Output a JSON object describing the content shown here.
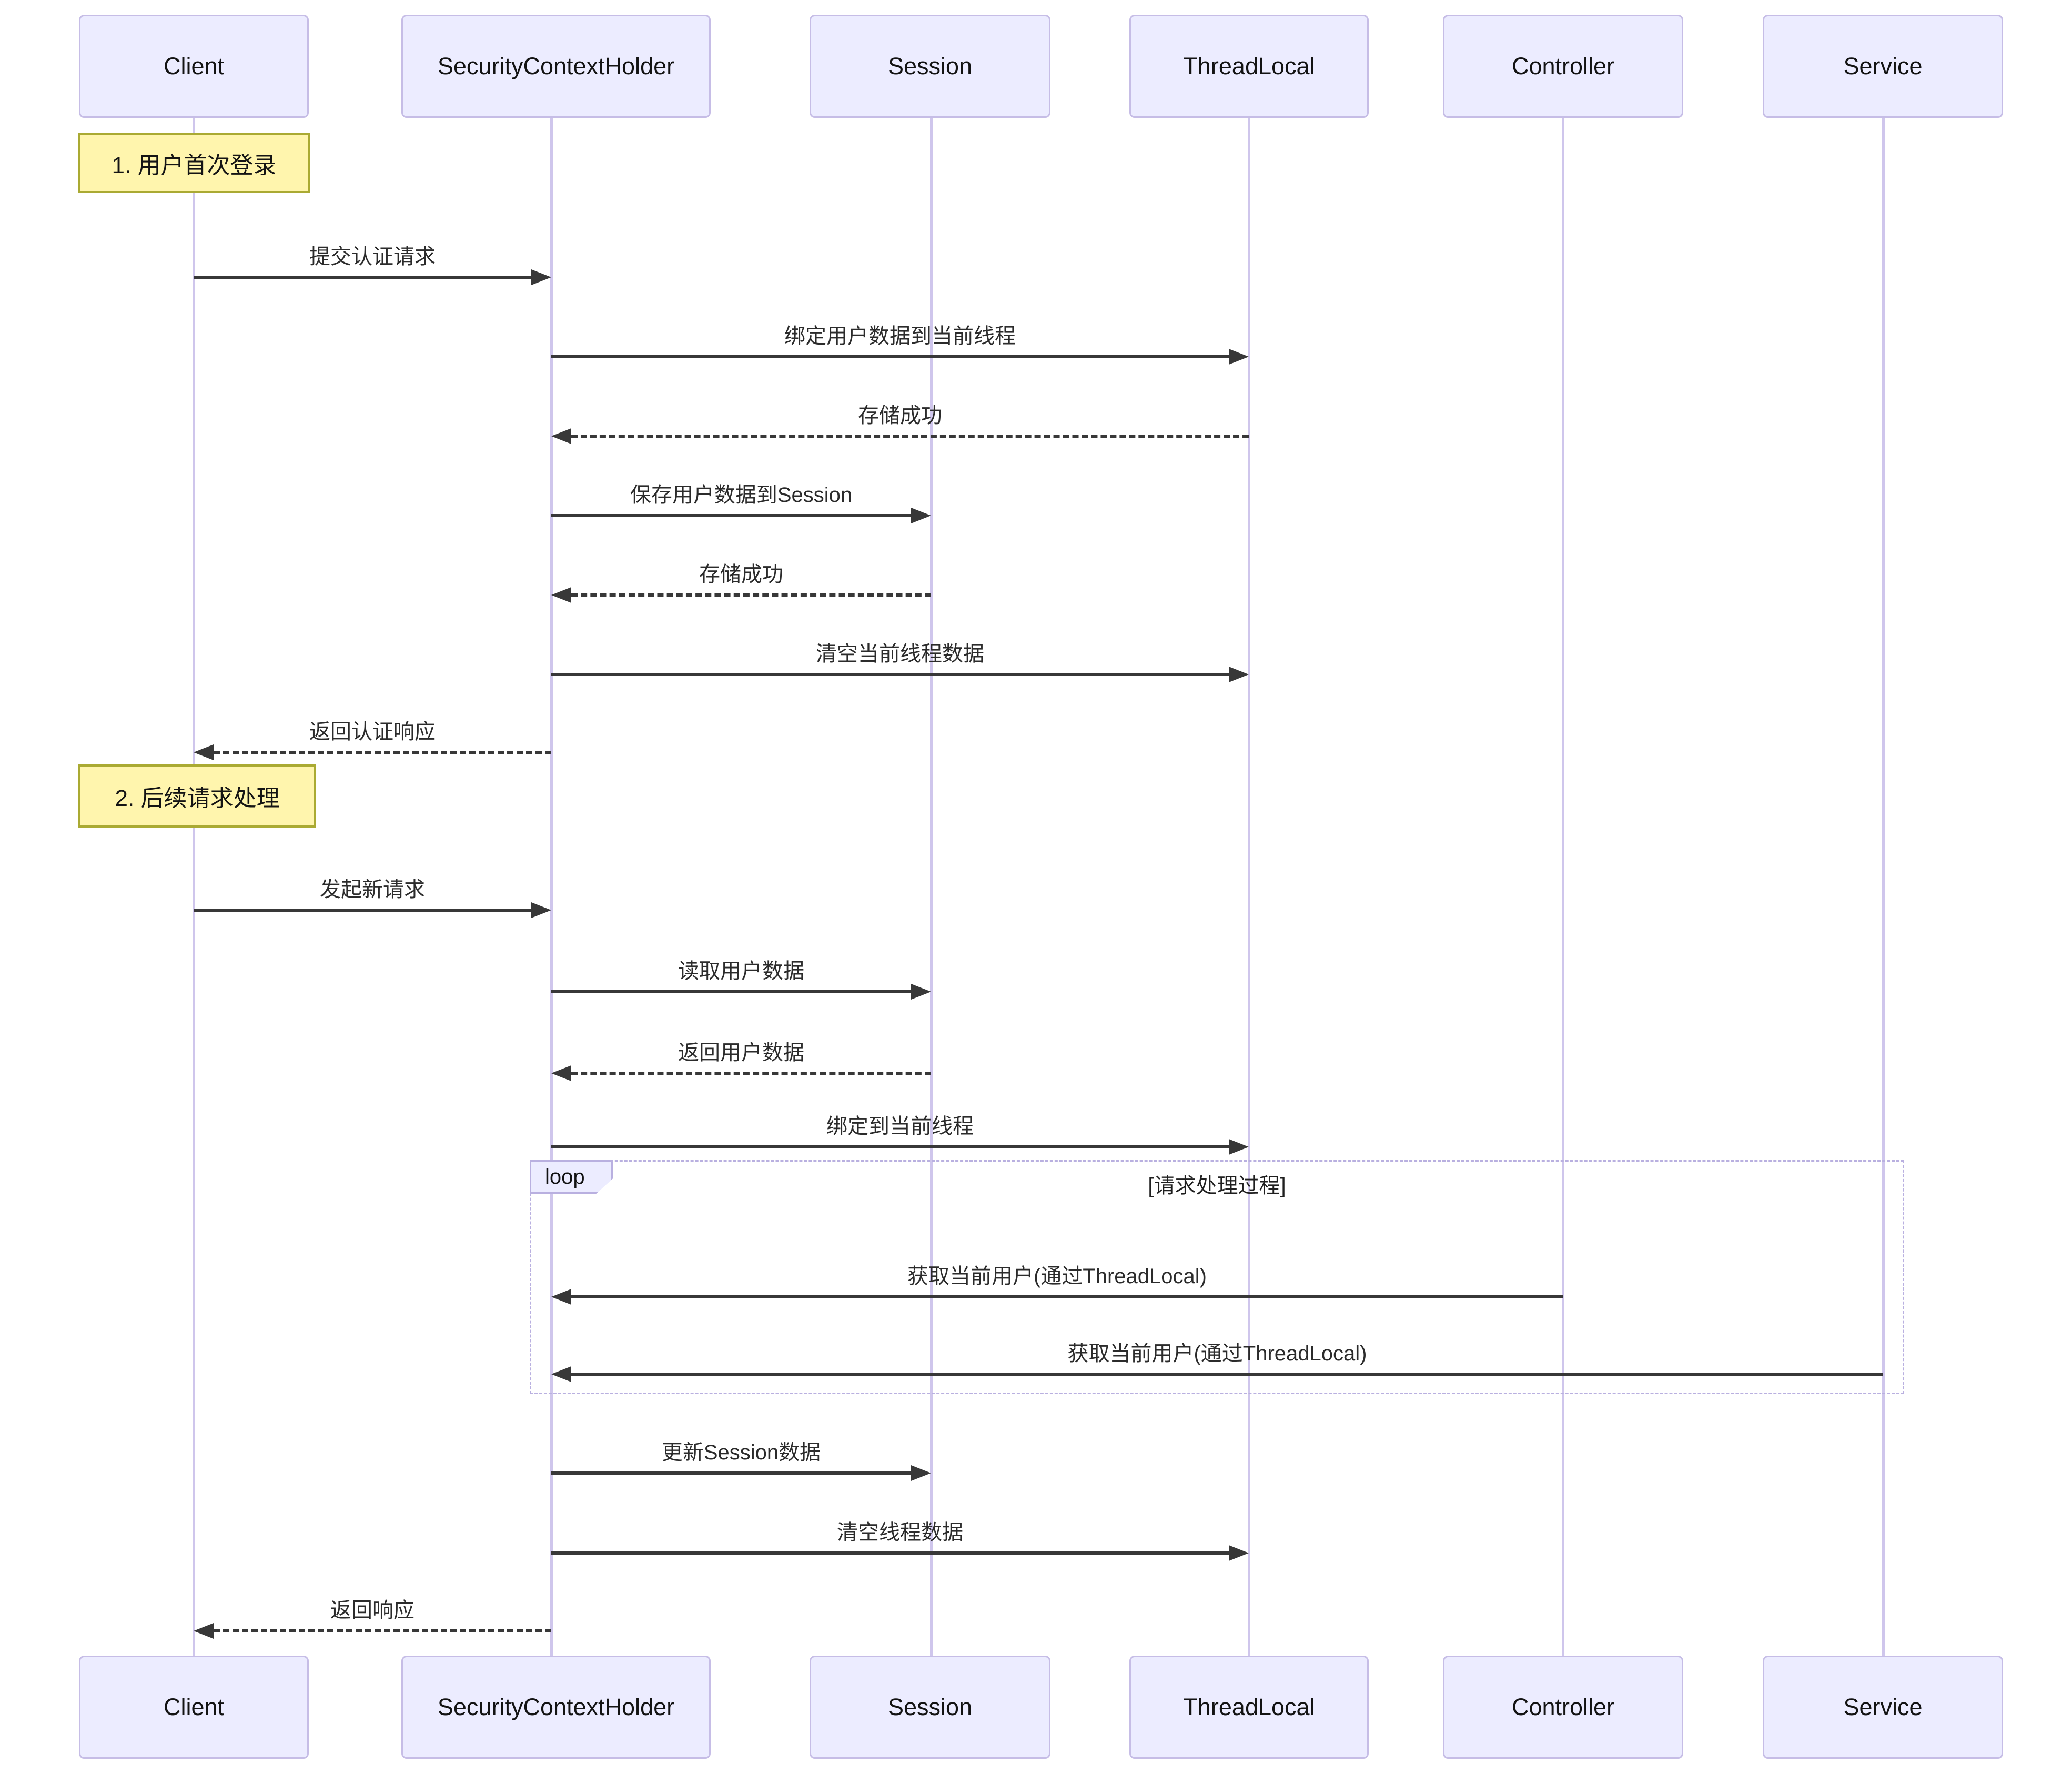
{
  "diagram": {
    "type": "sequence-diagram",
    "actors": [
      {
        "id": "Client",
        "label": "Client"
      },
      {
        "id": "SecurityContextHolder",
        "label": "SecurityContextHolder"
      },
      {
        "id": "Session",
        "label": "Session"
      },
      {
        "id": "ThreadLocal",
        "label": "ThreadLocal"
      },
      {
        "id": "Controller",
        "label": "Controller"
      },
      {
        "id": "Service",
        "label": "Service"
      }
    ],
    "notes": [
      {
        "text": "1. 用户首次登录",
        "over": "Client"
      },
      {
        "text": "2. 后续请求处理",
        "over": "Client"
      }
    ],
    "messages": [
      {
        "from": "Client",
        "to": "SecurityContextHolder",
        "text": "提交认证请求",
        "style": "solid"
      },
      {
        "from": "SecurityContextHolder",
        "to": "ThreadLocal",
        "text": "绑定用户数据到当前线程",
        "style": "solid"
      },
      {
        "from": "ThreadLocal",
        "to": "SecurityContextHolder",
        "text": "存储成功",
        "style": "dashed"
      },
      {
        "from": "SecurityContextHolder",
        "to": "Session",
        "text": "保存用户数据到Session",
        "style": "solid"
      },
      {
        "from": "Session",
        "to": "SecurityContextHolder",
        "text": "存储成功",
        "style": "dashed"
      },
      {
        "from": "SecurityContextHolder",
        "to": "ThreadLocal",
        "text": "清空当前线程数据",
        "style": "solid"
      },
      {
        "from": "SecurityContextHolder",
        "to": "Client",
        "text": "返回认证响应",
        "style": "dashed"
      },
      {
        "from": "Client",
        "to": "SecurityContextHolder",
        "text": "发起新请求",
        "style": "solid"
      },
      {
        "from": "SecurityContextHolder",
        "to": "Session",
        "text": "读取用户数据",
        "style": "solid"
      },
      {
        "from": "Session",
        "to": "SecurityContextHolder",
        "text": "返回用户数据",
        "style": "dashed"
      },
      {
        "from": "SecurityContextHolder",
        "to": "ThreadLocal",
        "text": "绑定到当前线程",
        "style": "solid"
      },
      {
        "from": "Controller",
        "to": "SecurityContextHolder",
        "text": "获取当前用户(通过ThreadLocal)",
        "style": "solid"
      },
      {
        "from": "Service",
        "to": "SecurityContextHolder",
        "text": "获取当前用户(通过ThreadLocal)",
        "style": "solid"
      },
      {
        "from": "SecurityContextHolder",
        "to": "Session",
        "text": "更新Session数据",
        "style": "solid"
      },
      {
        "from": "SecurityContextHolder",
        "to": "ThreadLocal",
        "text": "清空线程数据",
        "style": "solid"
      },
      {
        "from": "SecurityContextHolder",
        "to": "Client",
        "text": "返回响应",
        "style": "dashed"
      }
    ],
    "loop": {
      "label": "loop",
      "condition": "[请求处理过程]"
    },
    "colors": {
      "actor_fill": "#ECECFF",
      "actor_border": "#c6bde6",
      "note_fill": "#fff5ad",
      "note_border": "#aaaa33",
      "lifeline": "#cfc6ec",
      "loop_border": "#b9b0e0",
      "arrow": "#383838"
    }
  }
}
